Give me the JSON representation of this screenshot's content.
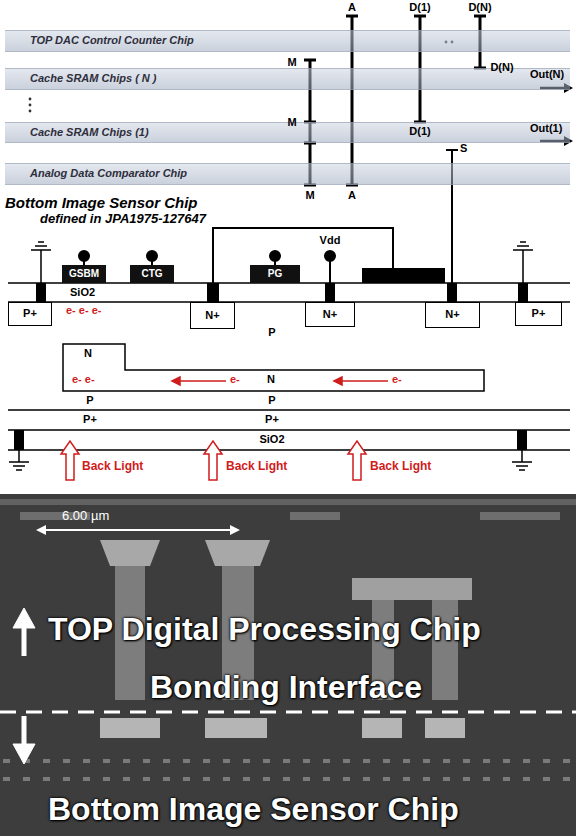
{
  "diagram": {
    "nodes": [
      {
        "text": [
          "TOP DAC Control Counter Chip"
        ]
      },
      {
        "text": [
          "Cache SRAM Chips ( N )"
        ]
      },
      {
        "text": [
          "Cache SRAM Chips (1)"
        ]
      },
      {
        "text": [
          "Analog Data Comparator Chip"
        ]
      },
      {
        "text": [
          "P+"
        ]
      },
      {
        "text": [
          "GSBM"
        ]
      },
      {
        "text": [
          "CTG"
        ]
      },
      {
        "text": [
          "N+"
        ]
      },
      {
        "text": [
          "PG"
        ]
      },
      {
        "text": [
          "N+"
        ]
      },
      {
        "text": [
          "N+"
        ]
      },
      {
        "text": [
          "P+"
        ]
      },
      {
        "text": [
          "N",
          "e- e-",
          "N",
          "e-",
          "e-"
        ]
      }
    ],
    "edges": [
      {
        "from": 0,
        "to": 3,
        "arrow": "none"
      },
      {
        "from": 1,
        "to": 3,
        "arrow": "none"
      },
      {
        "from": 0,
        "to": 2,
        "arrow": "none"
      },
      {
        "from": 0,
        "to": 1,
        "arrow": "none"
      },
      {
        "from": 3,
        "to": 10,
        "arrow": "none"
      }
    ],
    "labels": [
      "A",
      "D(1)",
      "D(N)",
      "M",
      "D(N)",
      "Out(N)",
      "M",
      "Out(1)",
      "D(1)",
      "S",
      "A",
      "M",
      "Bottom Image Sensor Chip",
      "defined in JPA1975-127647",
      "Vdd",
      "SiO2",
      "e- e- e-",
      "P",
      "P",
      "P",
      "P+",
      "P+",
      "SiO2",
      "Back Light",
      "Back Light",
      "Back Light",
      "6.00 µm",
      "TOP Digital Processing Chip",
      "Bonding Interface",
      "Bottom Image Sensor Chip"
    ]
  }
}
